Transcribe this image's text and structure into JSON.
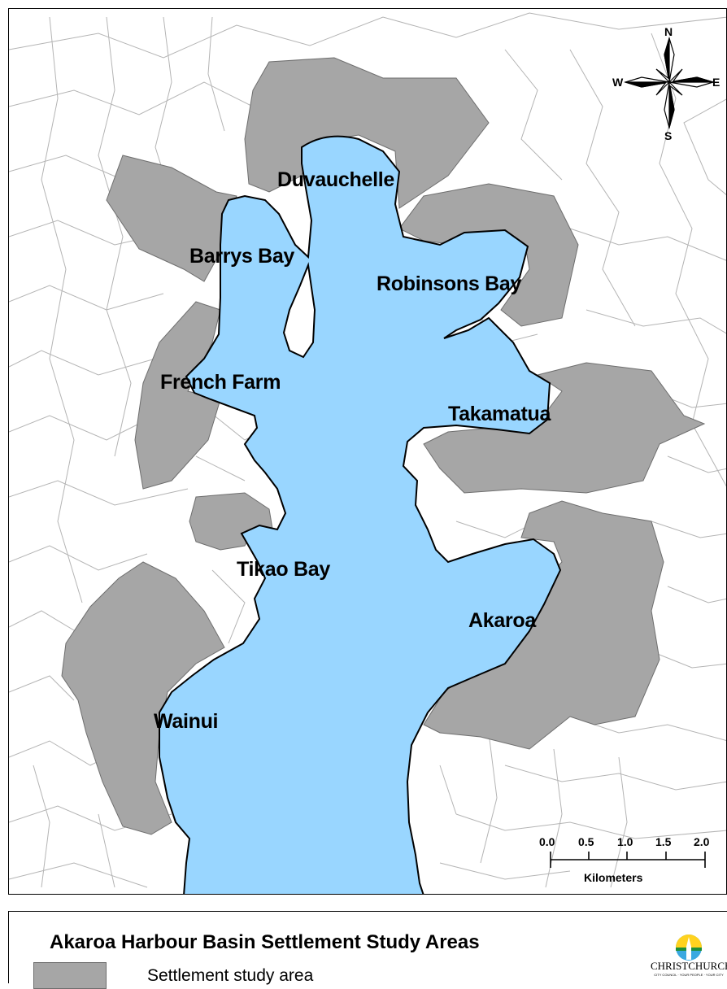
{
  "map": {
    "places": {
      "duvauchelle": "Duvauchelle",
      "barrys_bay": "Barrys Bay",
      "robinsons_bay": "Robinsons Bay",
      "french_farm": "French Farm",
      "takamatua": "Takamatua",
      "tikao_bay": "Tikao Bay",
      "akaroa": "Akaroa",
      "wainui": "Wainui"
    },
    "compass": {
      "n": "N",
      "s": "S",
      "e": "E",
      "w": "W"
    },
    "scale_bar": {
      "ticks": [
        "0.0",
        "0.5",
        "1.0",
        "1.5",
        "2.0"
      ],
      "units": "Kilometers"
    },
    "colors": {
      "water": "#99d6ff",
      "settlement": "#a6a6a6",
      "parcel_lines": "#b4b4b4",
      "land": "#ffffff"
    }
  },
  "legend": {
    "title": "Akaroa Harbour Basin Settlement Study Areas",
    "item_label": "Settlement study area"
  },
  "logo": {
    "name": "CHRISTCHURCH",
    "tagline": "CITY COUNCIL · YOUR PEOPLE · YOUR CITY"
  }
}
